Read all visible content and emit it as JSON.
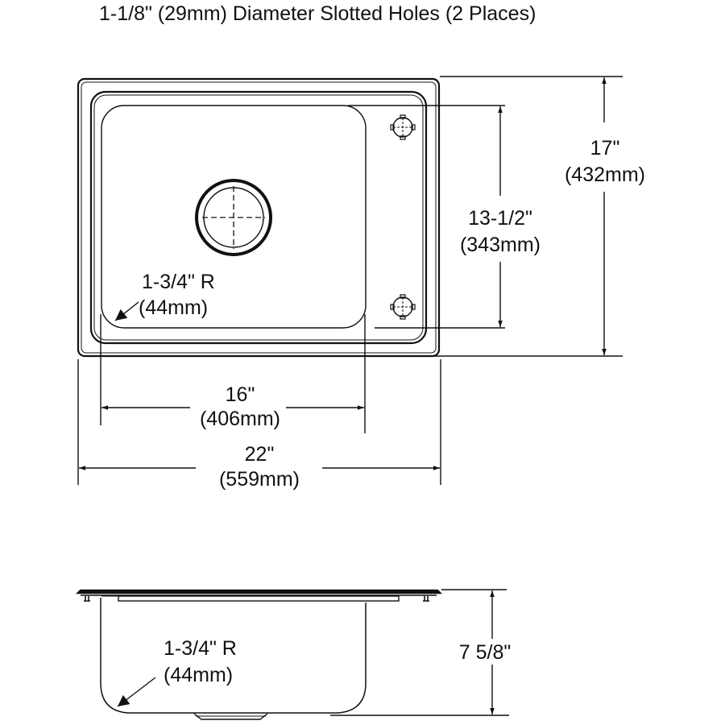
{
  "title": "1-1/8\" (29mm) Diameter Slotted Holes (2 Places)",
  "colors": {
    "line": "#111111",
    "background": "#ffffff"
  },
  "top_view": {
    "corner_radius": {
      "line1": "1-3/4\" R",
      "line2": "(44mm)"
    },
    "bowl_width": {
      "line1": "16\"",
      "line2": "(406mm)"
    },
    "overall_width": {
      "line1": "22\"",
      "line2": "(559mm)"
    },
    "bowl_length": {
      "line1": "13-1/2\"",
      "line2": "(343mm)"
    },
    "overall_length": {
      "line1": "17\"",
      "line2": "(432mm)"
    },
    "drain": "drain-outlet",
    "faucet_holes": [
      "slotted-hole-top",
      "slotted-hole-bottom"
    ]
  },
  "side_view": {
    "corner_radius": {
      "line1": "1-3/4\" R",
      "line2": "(44mm)"
    },
    "depth": "7 5/8\""
  }
}
